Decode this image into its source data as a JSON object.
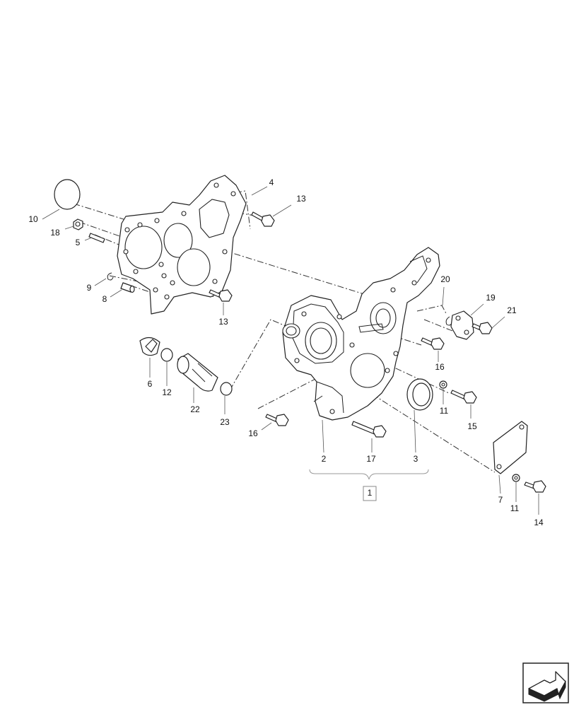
{
  "callouts": {
    "c1": "1",
    "c2": "2",
    "c3": "3",
    "c4": "4",
    "c5": "5",
    "c6": "6",
    "c7": "7",
    "c8": "8",
    "c9": "9",
    "c10": "10",
    "c11a": "11",
    "c11b": "11",
    "c12": "12",
    "c13a": "13",
    "c13b": "13",
    "c14": "14",
    "c15": "15",
    "c16a": "16",
    "c16b": "16",
    "c17": "17",
    "c18": "18",
    "c19": "19",
    "c20": "20",
    "c21": "21",
    "c22": "22",
    "c23": "23"
  },
  "icons": {
    "nav": "next-page-arrow-icon"
  }
}
